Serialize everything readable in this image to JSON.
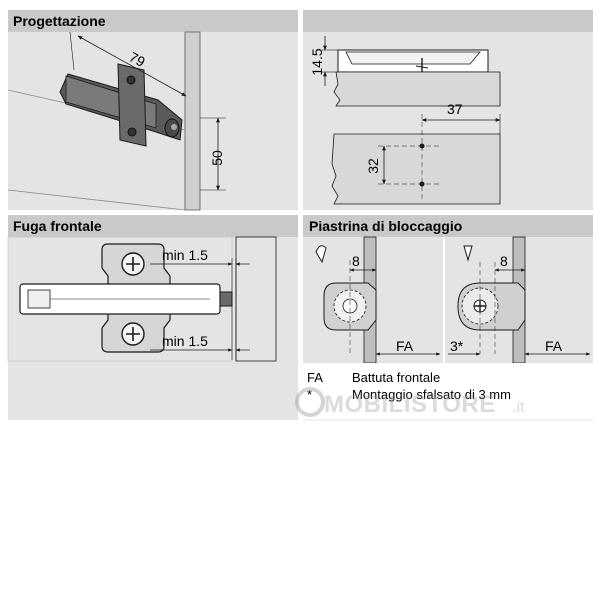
{
  "panels": {
    "design": {
      "title": "Progettazione",
      "dim_length": "79",
      "dim_height": "50",
      "dim_top": "14.5",
      "dim_h": "37",
      "dim_v": "32"
    },
    "front_gap": {
      "title": "Fuga frontale",
      "dim_top": "min 1.5",
      "dim_bottom": "min 1.5"
    },
    "plate": {
      "title": "Piastrina di bloccaggio",
      "dim_left": "8",
      "dim_right": "8",
      "fa_left": "FA",
      "fa_right": "FA",
      "offset": "3*"
    }
  },
  "legend": [
    {
      "key": "FA",
      "text": "Battuta frontale"
    },
    {
      "key": "*",
      "text": "Montaggio sfalsato di 3 mm"
    }
  ],
  "watermark": {
    "brand": "MOBILISTORE",
    "tld": ".it"
  },
  "colors": {
    "header_bg": "#c9c9c9",
    "panel_bg": "#e4e4e4",
    "part_fill": "#d6d6d6",
    "line": "#1a1a1a"
  }
}
